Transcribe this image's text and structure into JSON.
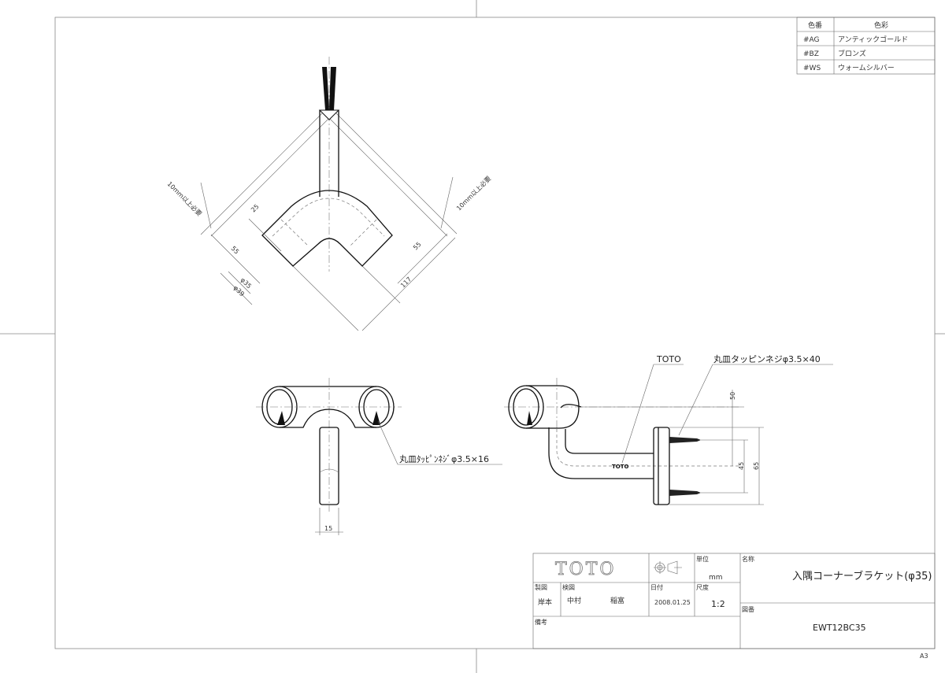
{
  "sheet_size": "A3",
  "color_table": {
    "headers": [
      "色番",
      "色彩"
    ],
    "rows": [
      {
        "code": "#AG",
        "name": "アンティックゴールド"
      },
      {
        "code": "#BZ",
        "name": "ブロンズ"
      },
      {
        "code": "#WS",
        "name": "ウォームシルバー"
      }
    ]
  },
  "top_view": {
    "clearance_left": "10mm以上必要",
    "clearance_right": "10mm以上必要",
    "dim_25": "25",
    "dim_55_left": "55",
    "dim_55_right": "55",
    "dim_phi35": "φ35",
    "dim_phi39": "φ39",
    "dim_117": "117"
  },
  "front_view": {
    "screw_label": "丸皿ﾀｯﾋﾟﾝﾈｼﾞφ3.5×16",
    "dim_15": "15"
  },
  "side_view": {
    "logo_callout": "TOTO",
    "logo_mark": "TOTO",
    "screw_label": "丸皿タッピンネジφ3.5×40",
    "dim_50": "50",
    "dim_45": "45",
    "dim_65": "65"
  },
  "title_block": {
    "logo": "TOTO",
    "unit_label": "単位",
    "unit_value": "mm",
    "name_label": "名称",
    "name_value": "入隅コーナーブラケット(φ35)",
    "drawn_label": "製図",
    "drawn_value": "岸本",
    "checked_label": "検図",
    "checked_value_1": "中村",
    "checked_value_2": "稲富",
    "date_label": "日付",
    "date_value": "2008.01.25",
    "scale_label": "尺度",
    "scale_value": "1:2",
    "drawing_no_label": "図番",
    "drawing_no_value": "EWT12BC35",
    "remarks_label": "備考"
  }
}
